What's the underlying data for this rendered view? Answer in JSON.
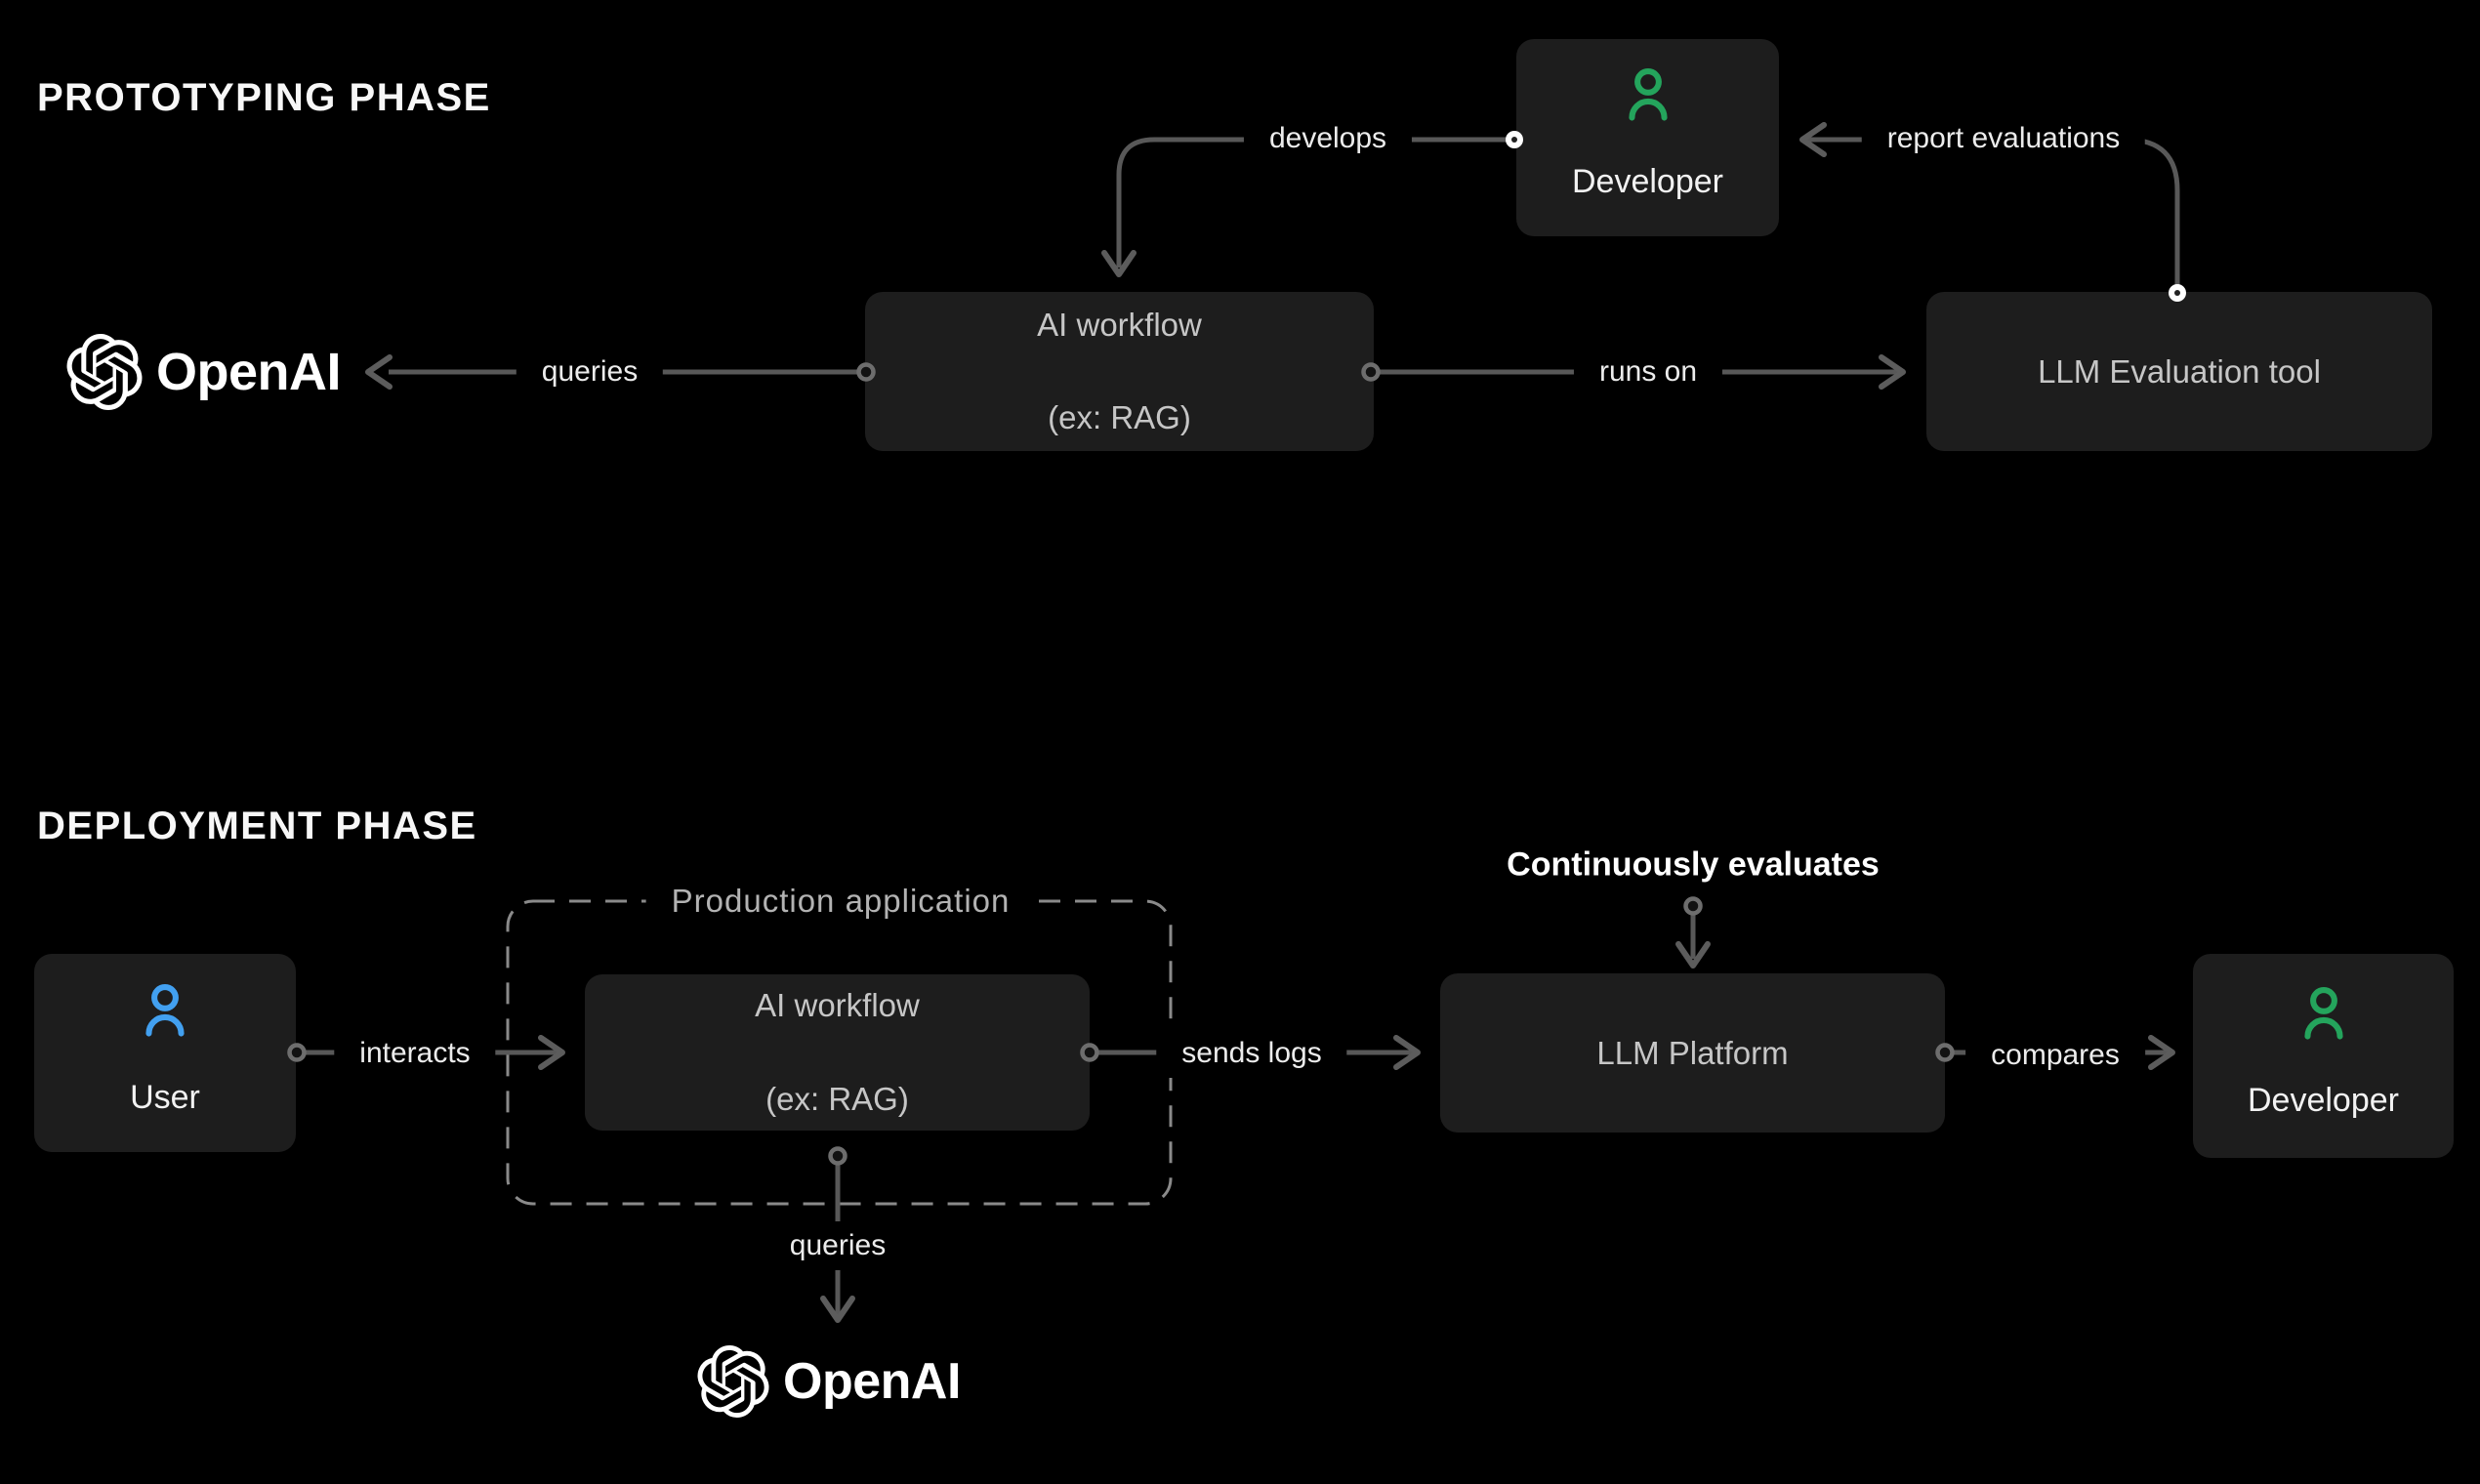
{
  "titles": {
    "prototyping": "PROTOTYPING PHASE",
    "deployment": "DEPLOYMENT PHASE"
  },
  "brand": {
    "wordmark": "OpenAI",
    "icon": "openai-flower-icon"
  },
  "colors": {
    "background": "#000000",
    "node_fill": "#1d1d1d",
    "node_text": "#c6c6c6",
    "icon_node_text": "#f2f2f2",
    "edge_line": "#585858",
    "edge_label_text": "#ececec",
    "dashed_border": "#8a8a8a",
    "developer_icon_green": "#24a45c",
    "user_icon_blue": "#42a0f0",
    "title_text": "#f7f7f7"
  },
  "prototyping": {
    "nodes": {
      "ai_workflow": {
        "line1": "AI workflow",
        "line2": "(ex: RAG)"
      },
      "developer": {
        "label": "Developer",
        "icon": "person-icon"
      },
      "llm_evaluation_tool": {
        "label": "LLM Evaluation tool"
      }
    },
    "edges": {
      "queries": "queries",
      "develops": "develops",
      "runs_on": "runs on",
      "report_evaluations": "report evaluations"
    }
  },
  "deployment": {
    "annotation": "Continuously evaluates",
    "nodes": {
      "user": {
        "label": "User",
        "icon": "person-icon"
      },
      "production_application": {
        "label": "Production application"
      },
      "ai_workflow": {
        "line1": "AI workflow",
        "line2": "(ex: RAG)"
      },
      "llm_platform": {
        "label": "LLM Platform"
      },
      "developer": {
        "label": "Developer",
        "icon": "person-icon"
      }
    },
    "edges": {
      "interacts": "interacts",
      "sends_logs": "sends logs",
      "compares": "compares",
      "queries": "queries"
    }
  }
}
